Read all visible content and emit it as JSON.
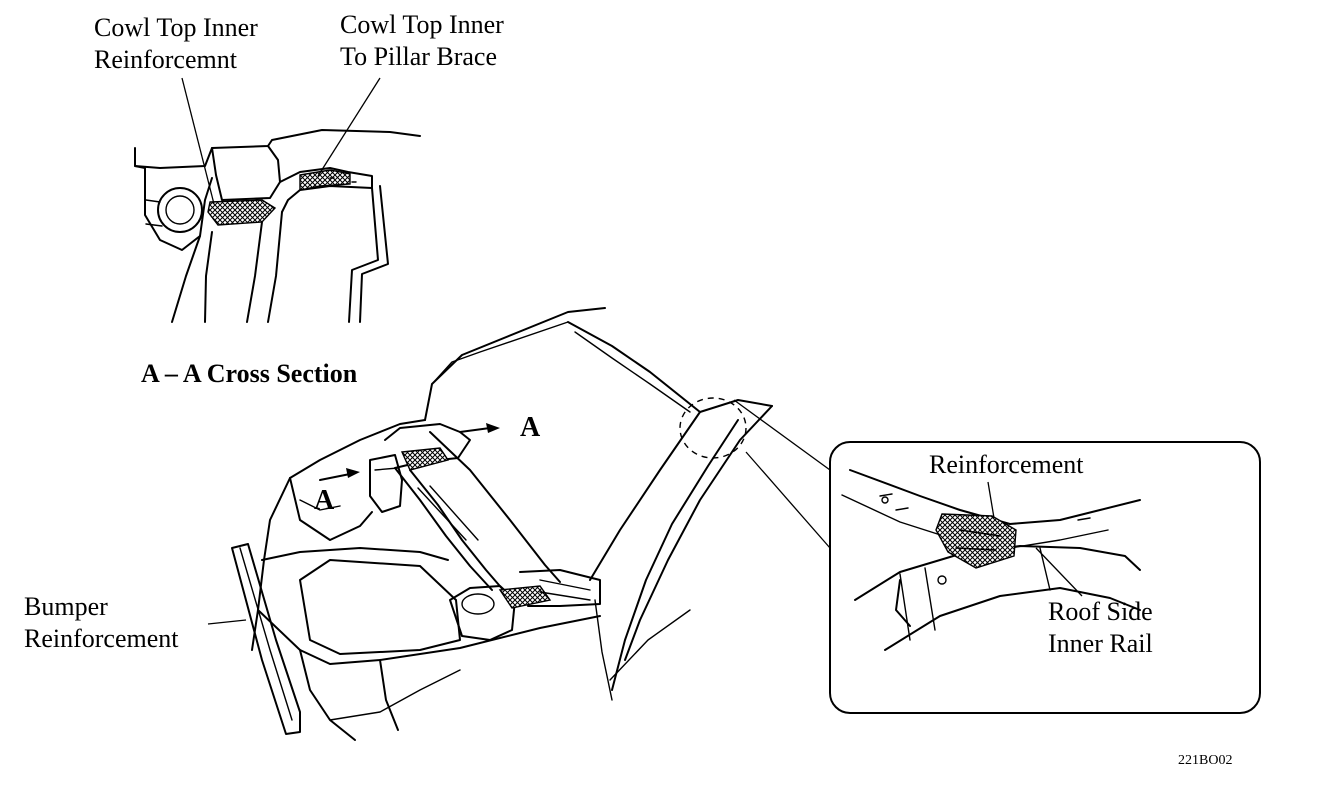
{
  "labels": {
    "cowl_top_inner_reinforcement": [
      "Cowl Top Inner",
      "Reinforcemnt"
    ],
    "cowl_top_inner_to_pillar_brace": [
      "Cowl Top Inner",
      "To Pillar Brace"
    ],
    "cross_section_title": "A – A Cross Section",
    "section_mark_upper": "A",
    "section_mark_lower": "A",
    "bumper_reinforcement": [
      "Bumper",
      "Reinforcement"
    ],
    "detail_reinforcement": "Reinforcement",
    "roof_side_inner_rail": [
      "Roof Side",
      "Inner Rail"
    ],
    "figure_code": "221BO02"
  }
}
